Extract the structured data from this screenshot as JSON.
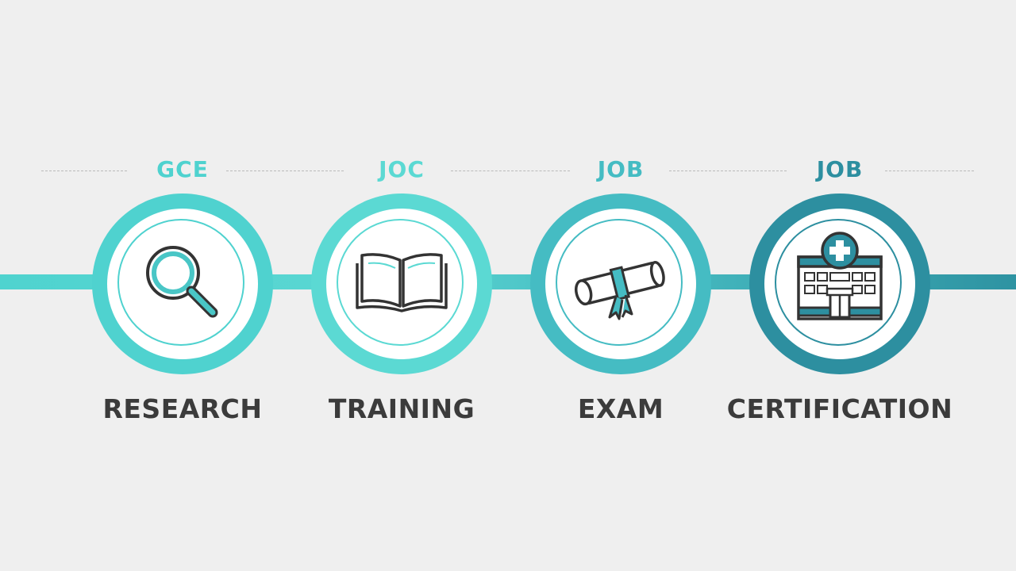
{
  "colors": {
    "background": "#efefef",
    "teal_light": "#50d4d0",
    "teal_mid": "#46c1c5",
    "teal_dark": "#2c8fa0",
    "outline": "#333333"
  },
  "steps": [
    {
      "tag": "GCE",
      "title": "RESEARCH",
      "icon": "magnifier-icon",
      "color": "#4fd2cf"
    },
    {
      "tag": "JOC",
      "title": "TRAINING",
      "icon": "open-book-icon",
      "color": "#5bd9d3"
    },
    {
      "tag": "JOB",
      "title": "EXAM",
      "icon": "diploma-scroll-icon",
      "color": "#45bcc3"
    },
    {
      "tag": "JOB",
      "title": "CERTIFICATION",
      "icon": "hospital-icon",
      "color": "#2d8fa0"
    }
  ]
}
